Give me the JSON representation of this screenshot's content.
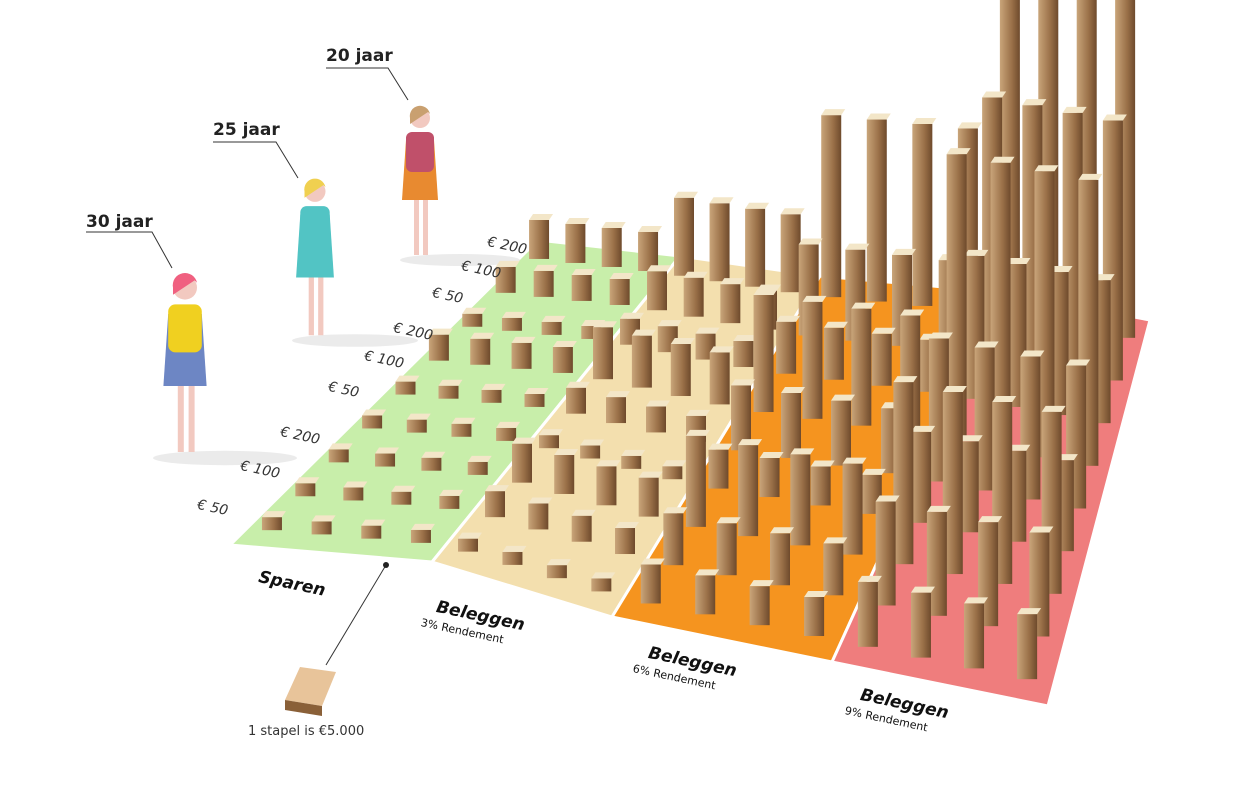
{
  "ages": [
    {
      "label": "20 jaar"
    },
    {
      "label": "25 jaar"
    },
    {
      "label": "30 jaar"
    }
  ],
  "row_labels": [
    "€ 200",
    "€ 100",
    "€ 50",
    "€ 200",
    "€ 100",
    "€ 50",
    "€ 200",
    "€ 100",
    "€ 50"
  ],
  "categories": [
    {
      "title": "Sparen",
      "subtitle": "",
      "color": "#c8eeaa"
    },
    {
      "title": "Beleggen",
      "subtitle": "3% Rendement",
      "color": "#f3dfae"
    },
    {
      "title": "Beleggen",
      "subtitle": "6% Rendement",
      "color": "#f5941f"
    },
    {
      "title": "Beleggen",
      "subtitle": "9% Rendement",
      "color": "#ef7d7d"
    }
  ],
  "legend": {
    "label": "1 stapel is €5.000"
  },
  "stack_heights": [
    [
      3,
      2,
      1,
      2,
      1,
      1,
      1,
      1,
      1
    ],
    [
      6,
      3,
      2,
      4,
      2,
      1,
      3,
      2,
      1
    ],
    [
      14,
      7,
      4,
      9,
      5,
      3,
      7,
      4,
      3
    ],
    [
      40,
      20,
      11,
      22,
      11,
      7,
      14,
      8,
      5
    ]
  ]
}
